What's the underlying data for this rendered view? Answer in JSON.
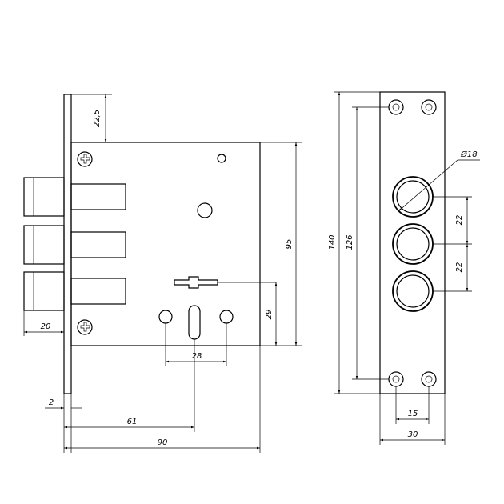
{
  "drawing": {
    "description_free": true,
    "dimensions": {
      "top_offset": "22,5",
      "body_height": "95",
      "keyhole_height": "29",
      "bolt_projection": "20",
      "faceplate_thickness": "2",
      "backset": "61",
      "body_width": "90",
      "key_spacing": "28",
      "plate_height": "140",
      "hole_spacing_vertical": "126",
      "bolt_diameter": "Ø18",
      "bolt_spacing_1": "22",
      "bolt_spacing_2": "22",
      "hole_spacing_horizontal": "15",
      "plate_width": "30"
    },
    "icons": {
      "screw_top": "cross-screw-icon",
      "screw_bottom": "cross-screw-icon"
    }
  }
}
